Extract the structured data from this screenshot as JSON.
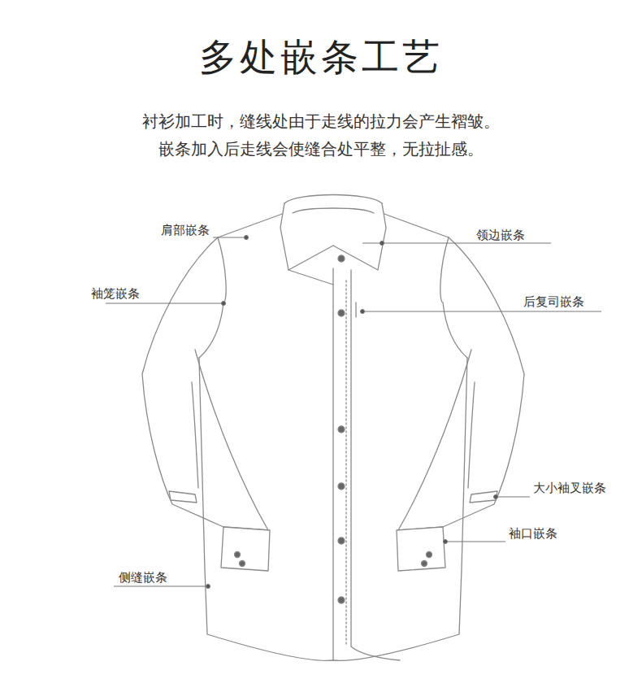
{
  "diagram": {
    "title": "多处嵌条工艺",
    "caption": "衬衫加工时，缝线处由于走线的拉力会产生褶皱。 嵌条加入后走线会使缝合处平整，无拉扯感。",
    "labels": [
      "肩部嵌条",
      "领边嵌条",
      "袖笼嵌条",
      "后复司嵌条",
      "大小袖叉嵌条",
      "袖口嵌条",
      "侧缝嵌条"
    ]
  }
}
